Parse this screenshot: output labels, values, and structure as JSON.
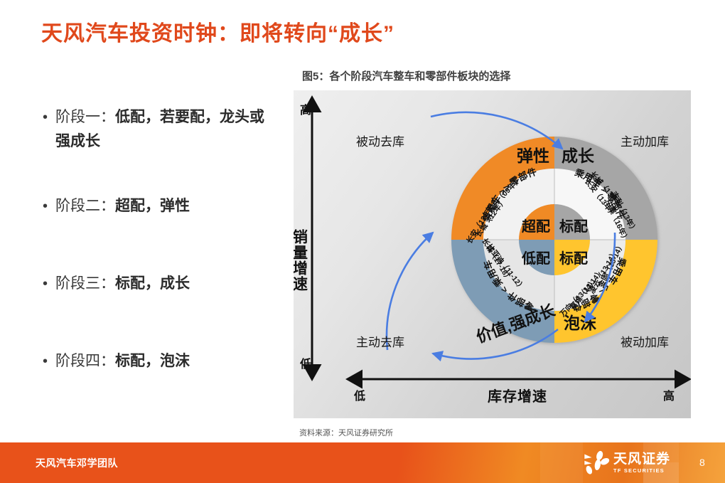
{
  "slide": {
    "title": "天风汽车投资时钟：即将转向“成长”",
    "title_color": "#E0481B",
    "page_number": "8"
  },
  "bullets": [
    {
      "marker": "•",
      "lead": "阶段一：",
      "emphasis": "低配，若要配，龙头或强成长"
    },
    {
      "marker": "•",
      "lead": "阶段二：",
      "emphasis": "超配，弹性"
    },
    {
      "marker": "•",
      "lead": "阶段三：",
      "emphasis": "标配，成长"
    },
    {
      "marker": "•",
      "lead": "阶段四：",
      "emphasis": "标配，泡沫"
    }
  ],
  "figure": {
    "caption": "图5：各个阶段汽车整车和零部件板块的选择",
    "source": "资料来源：天风证券研究所"
  },
  "chart_data": {
    "type": "diagram",
    "title": "图5：各个阶段汽车整车和零部件板块的选择",
    "xlabel": "库存增速",
    "ylabel": "销量增速",
    "x_low": "低",
    "x_high": "高",
    "y_low": "低",
    "y_high": "高",
    "quadrant_labels": [
      {
        "key": "top_left",
        "label": "被动去库"
      },
      {
        "key": "top_right",
        "label": "主动加库"
      },
      {
        "key": "bottom_left",
        "label": "主动去库"
      },
      {
        "key": "bottom_right",
        "label": "被动加库"
      }
    ],
    "rings": {
      "outer": [
        {
          "key": "top_left",
          "label": "弹性",
          "color": "#F08A25",
          "companies": [
            "长安（12年）",
            "吉利（09年）",
            "长城（12年）"
          ]
        },
        {
          "key": "top_right",
          "label": "成长",
          "color": "#A6A6A6",
          "companies": [
            "长城（13年）",
            "长安（13年）",
            "吉利（13年）",
            "中集（16年）"
          ]
        },
        {
          "key": "bottom_right",
          "label": "泡沫",
          "color": "#FFC52E",
          "companies": [
            "富维（13-14）",
            "万向（13-14）",
            "金固（13-14）",
            "凌云（13-14）"
          ]
        },
        {
          "key": "bottom_left",
          "label": "价值,强成长",
          "color": "#7E9CB5",
          "companies": [
            "长城（17-18）",
            "比亚迪（11-12）"
          ]
        }
      ],
      "middle": [
        {
          "key": "top_left",
          "label": "乘用车 >> 零部件",
          "color": "#F2F2F2"
        },
        {
          "key": "top_right",
          "label": "乘用车 > 零部件",
          "color": "#F7F7F7"
        },
        {
          "key": "bottom_right",
          "label": "乘用车 << 零部件",
          "color": "#EDEDED"
        },
        {
          "key": "bottom_left",
          "label": "零部件 < 乘用车",
          "color": "#E8E8E8"
        }
      ],
      "inner": [
        {
          "key": "top_left",
          "label": "超配",
          "color": "#F08A25"
        },
        {
          "key": "top_right",
          "label": "标配",
          "color": "#A6A6A6"
        },
        {
          "key": "bottom_right",
          "label": "标配",
          "color": "#FFC52E"
        },
        {
          "key": "bottom_left",
          "label": "低配",
          "color": "#7E9CB5"
        }
      ]
    },
    "arrow_color": "#4A7DE2"
  },
  "footer": {
    "team": "天风汽车邓学团队",
    "logo_cn": "天风证券",
    "logo_en": "TF SECURITIES",
    "background": "#E8521A"
  }
}
